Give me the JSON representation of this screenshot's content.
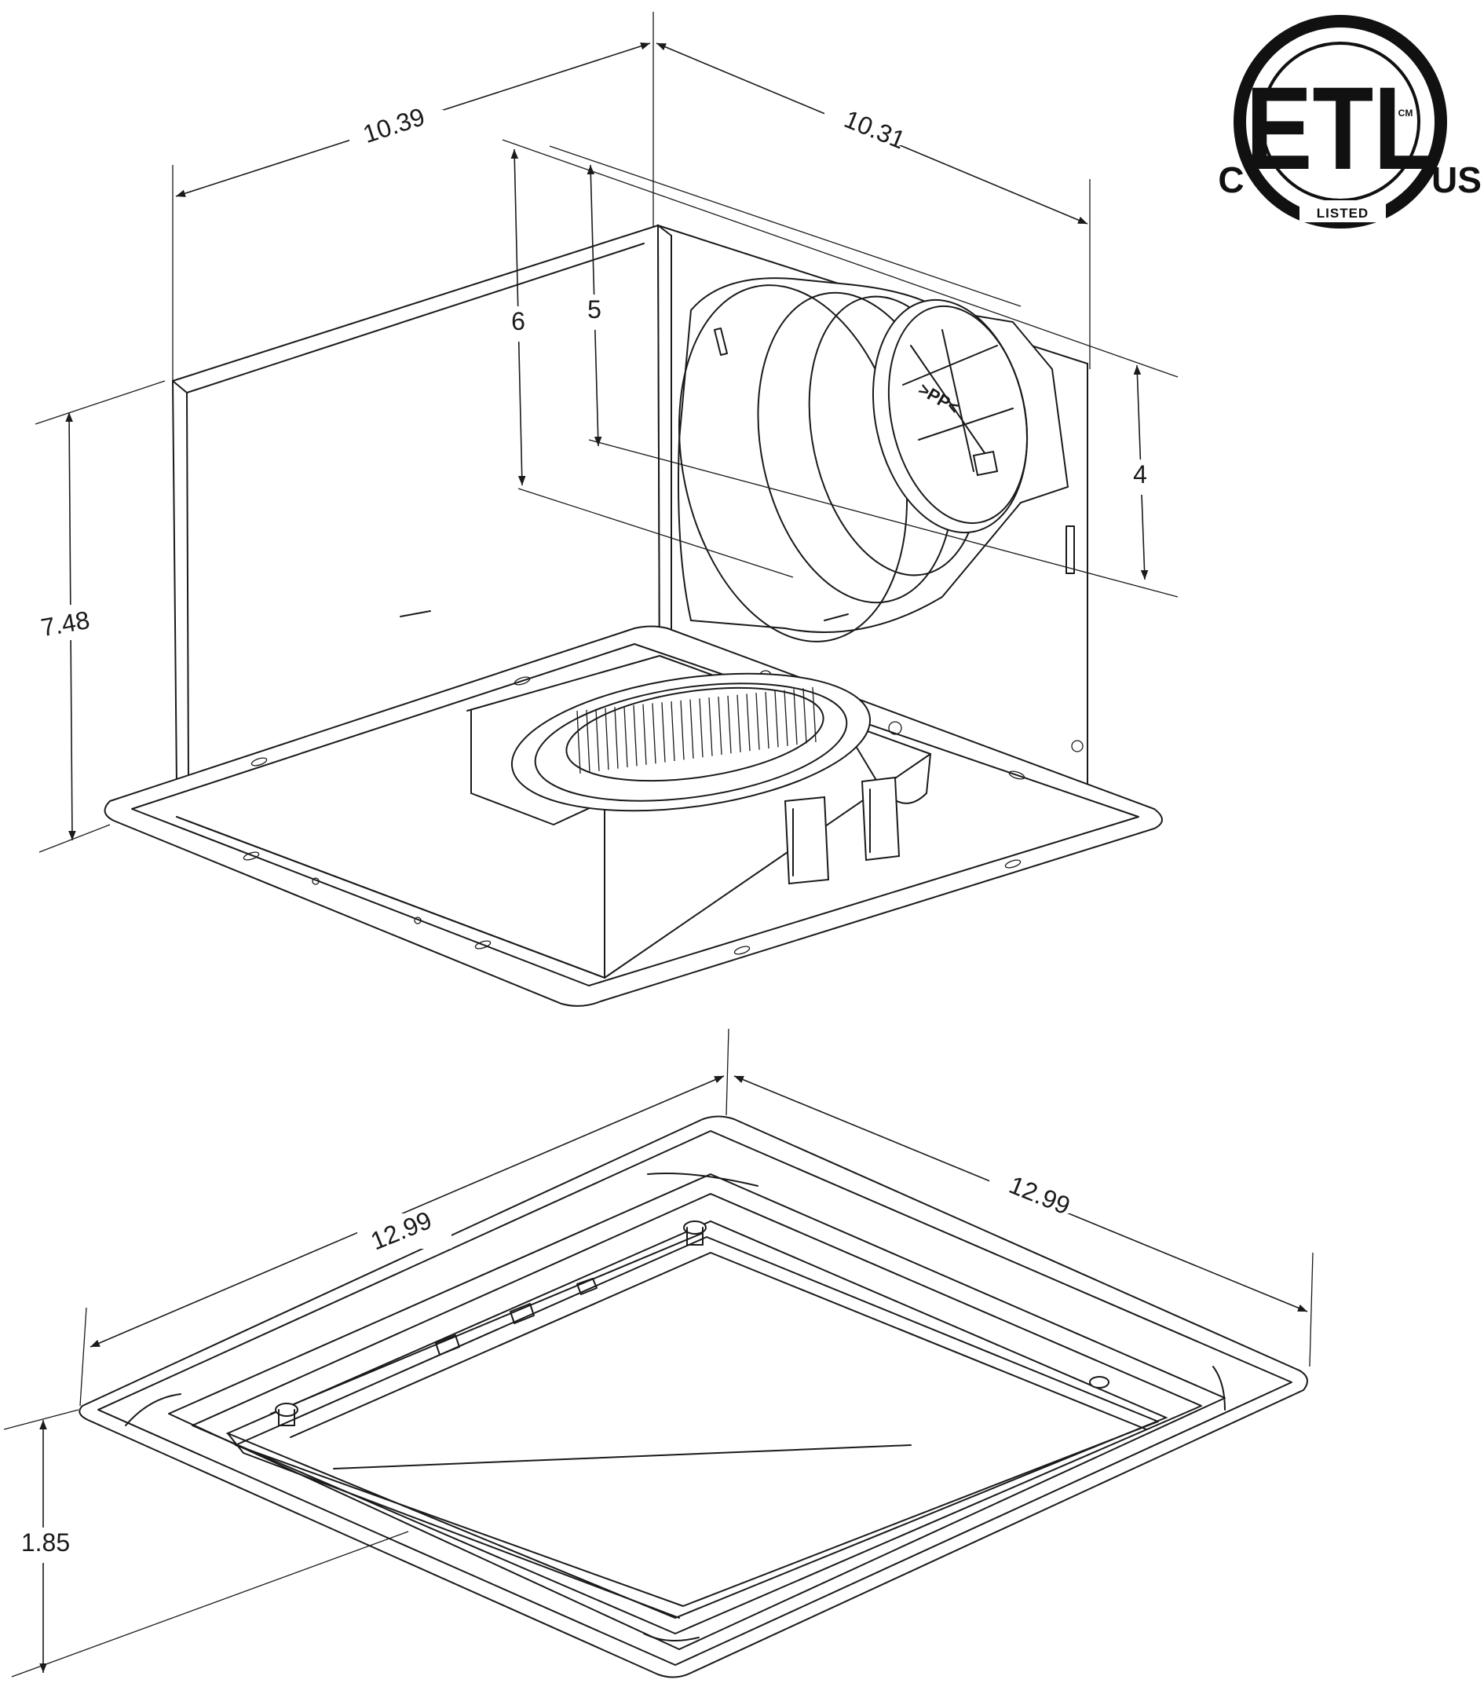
{
  "dimensions": {
    "housing_width": "10.39",
    "housing_depth": "10.31",
    "housing_height": "7.48",
    "duct_outer_height": "6",
    "duct_mid_height": "5",
    "duct_inner_height": "4",
    "grille_width": "12.99",
    "grille_depth": "12.99",
    "grille_height": "1.85"
  },
  "certification": {
    "mark": "ETL",
    "listed": "LISTED",
    "left_label": "C",
    "right_label": "US",
    "cm_label": "CM"
  },
  "colors": {
    "line": "#1a1a1a",
    "background": "#ffffff"
  }
}
